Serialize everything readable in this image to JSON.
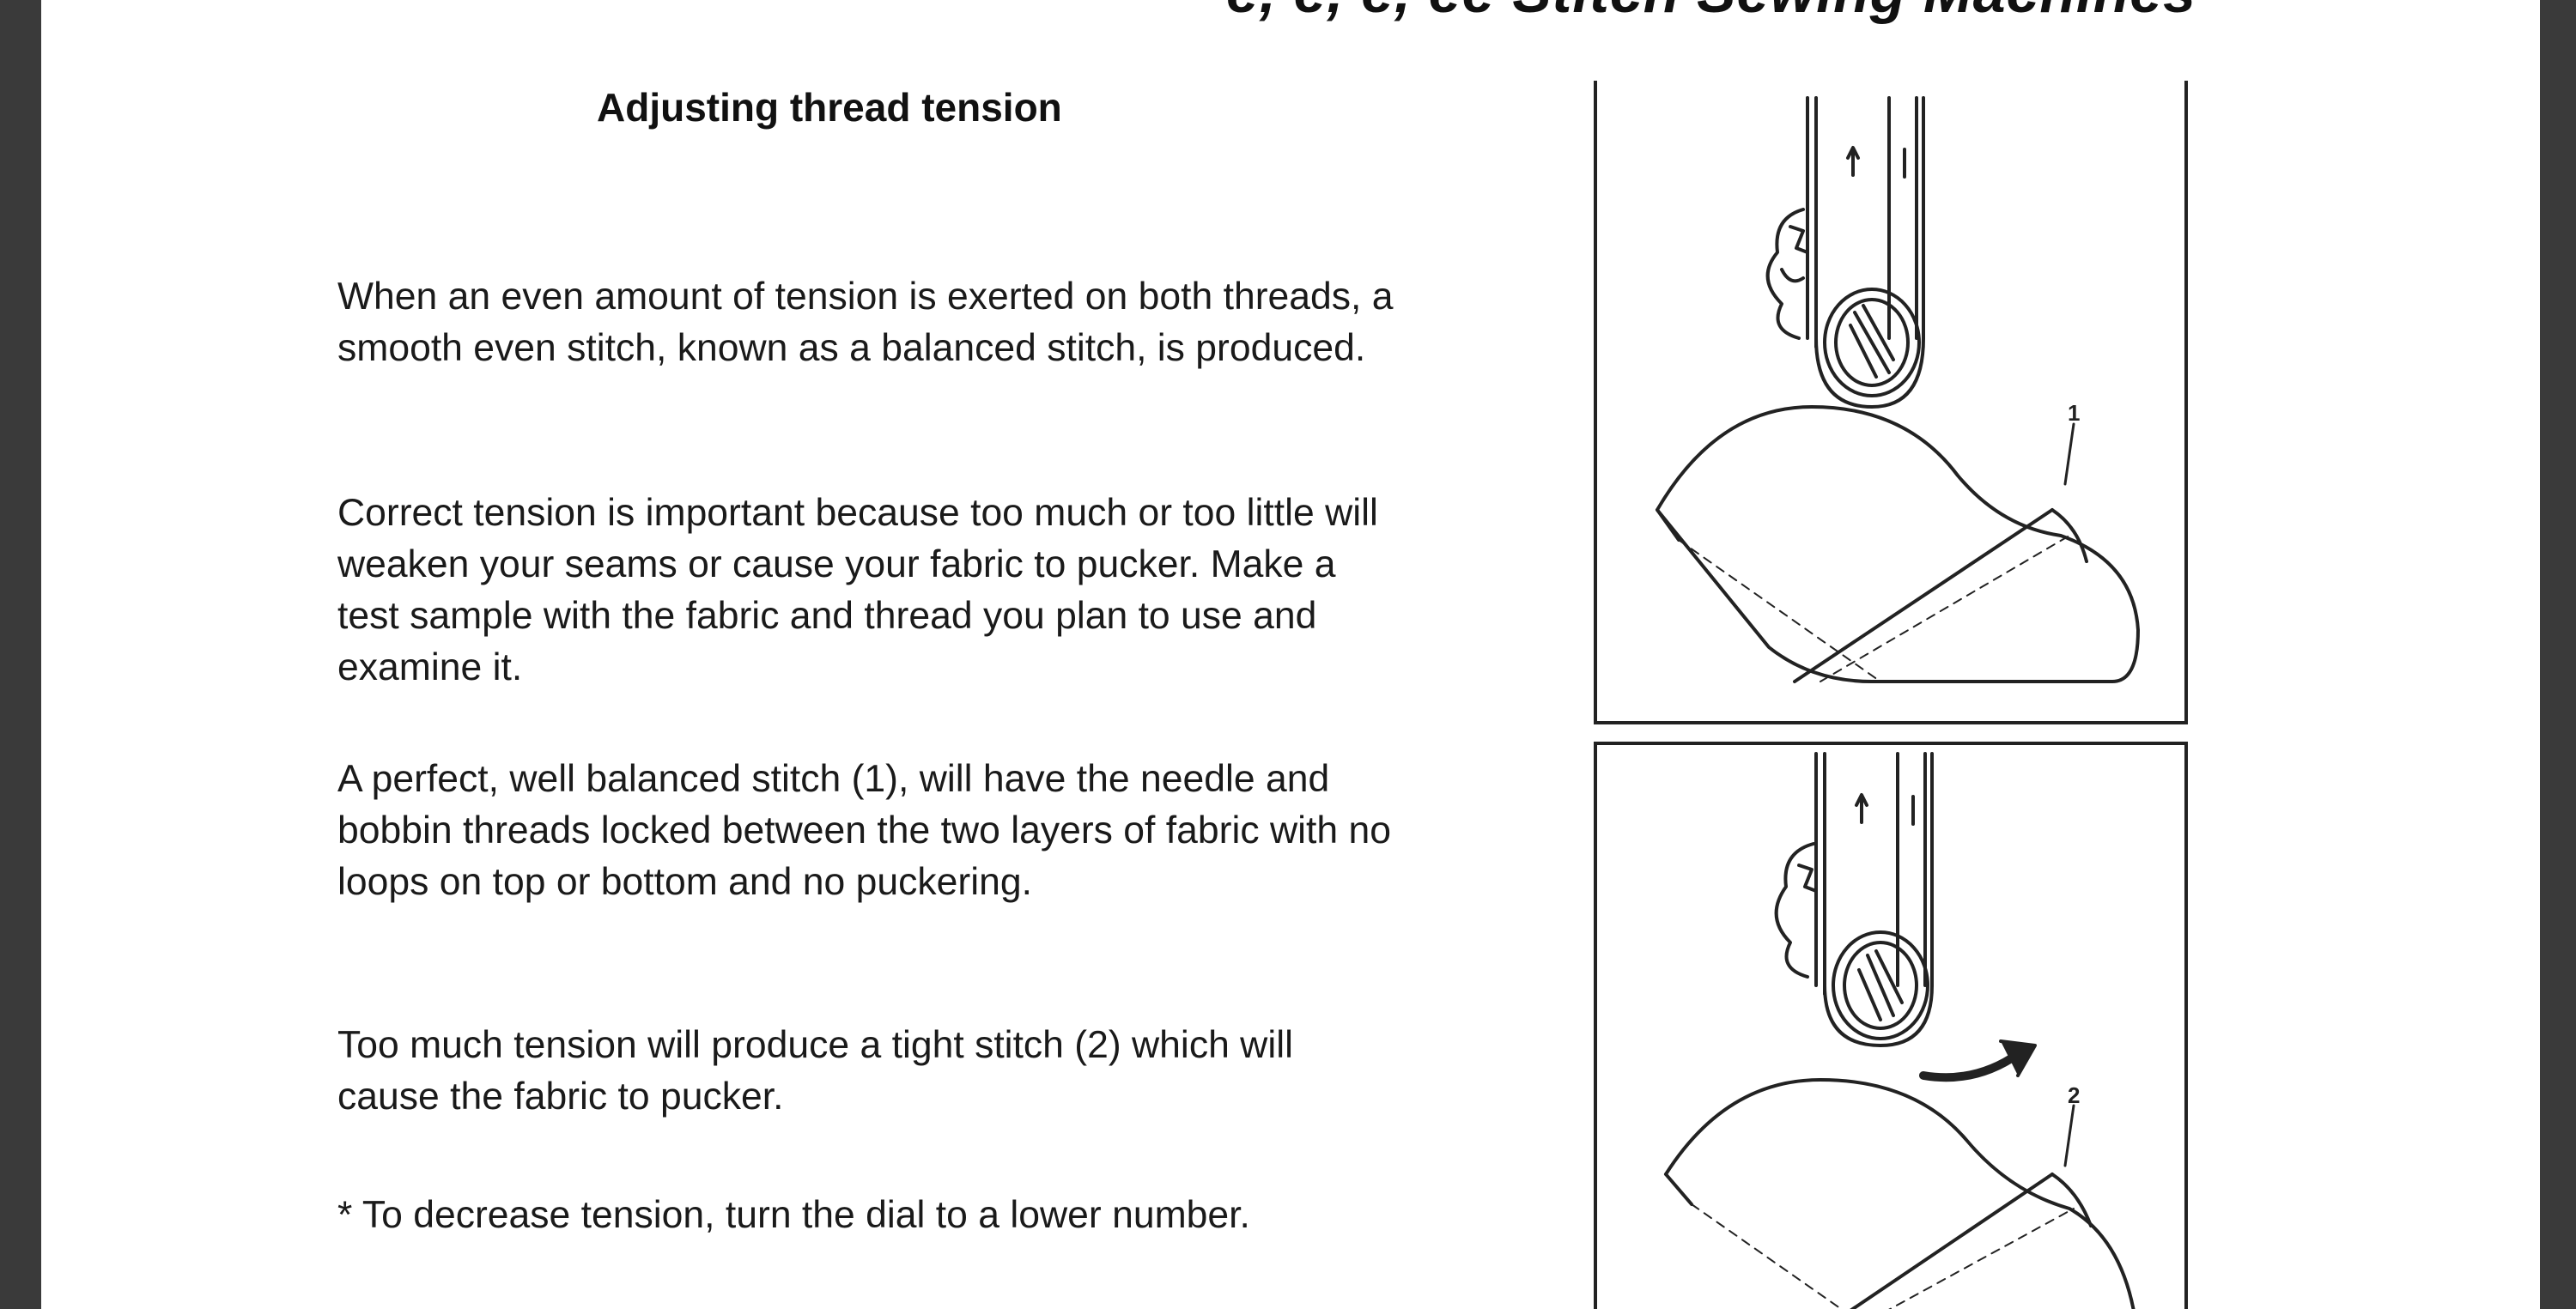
{
  "document": {
    "header_fragment": "e, e, e, ee Stitch Sewing Machines",
    "section_title": "Adjusting thread tension",
    "paragraphs": [
      "When an even amount of tension is exerted on both threads, a smooth even stitch, known as a balanced stitch, is produced.",
      "Correct tension is important because too much or too little will weaken your seams or cause your fabric to pucker. Make a test sample with the fabric and thread you plan to use and examine it.",
      "A perfect, well balanced stitch (1), will have the needle and bobbin threads locked between the two layers of fabric with no loops on top or bottom and no puckering.",
      "Too much tension will produce a tight stitch (2) which will cause the fabric to pucker.",
      "* To decrease tension, turn the dial to a lower number."
    ]
  },
  "figures": [
    {
      "label": "1",
      "icon": "tension-dial-balanced-stitch-illustration"
    },
    {
      "label": "2",
      "icon": "tension-dial-tight-stitch-illustration"
    }
  ]
}
